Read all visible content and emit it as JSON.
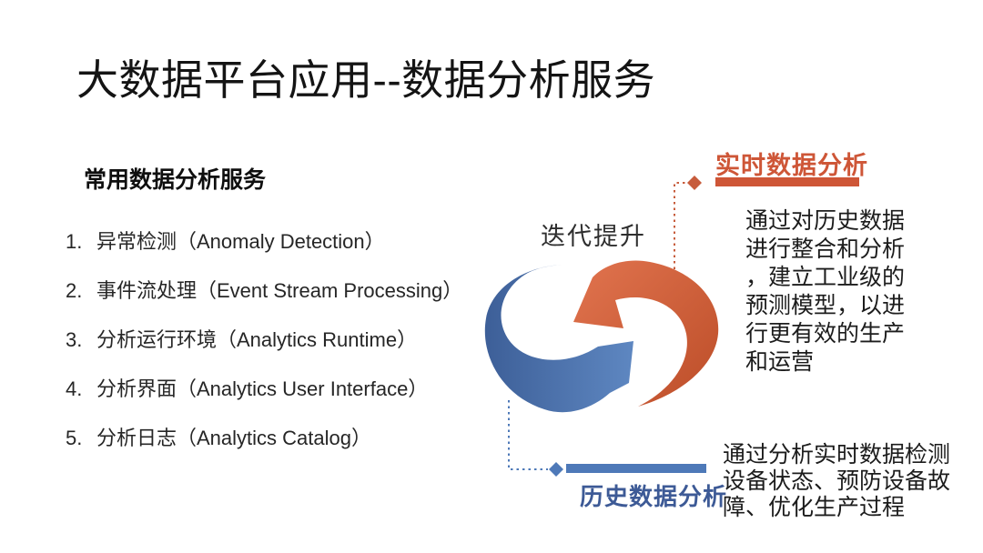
{
  "slide": {
    "title": "大数据平台应用--数据分析服务",
    "left_panel": {
      "heading": "常用数据分析服务",
      "items": [
        {
          "number": "1.",
          "label": "异常检测（Anomaly Detection）"
        },
        {
          "number": "2.",
          "label": "事件流处理（Event Stream Processing）"
        },
        {
          "number": "3.",
          "label": "分析运行环境（Analytics Runtime）"
        },
        {
          "number": "4.",
          "label": "分析界面（Analytics User Interface）"
        },
        {
          "number": "5.",
          "label": "分析日志（Analytics Catalog）"
        }
      ]
    },
    "cycle": {
      "caption": "迭代提升",
      "orange_arrow_color": "#d8613c",
      "blue_arrow_color": "#4e77b0"
    },
    "realtime_section": {
      "title": "实时数据分析",
      "accent_color": "#ce5637",
      "body": "通过对历史数据\n进行整合和分析\n，建立工业级的\n预测模型，以进\n行更有效的生产\n和运营"
    },
    "history_section": {
      "title": "历史数据分析",
      "accent_color": "#4e79b8",
      "title_color": "#3d5a96",
      "body": "通过分析实时数据检测\n设备状态、预防设备故\n障、优化生产过程"
    }
  }
}
